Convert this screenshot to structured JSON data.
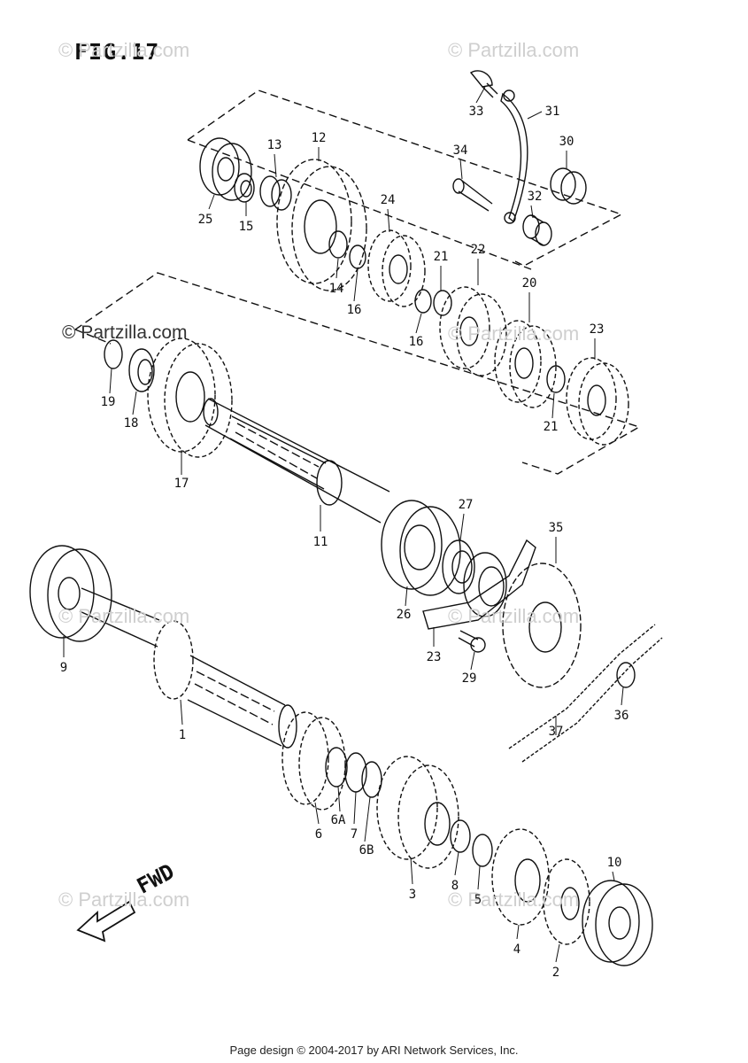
{
  "figure": {
    "title": "FIG.17"
  },
  "watermarks": {
    "site": "© Partzilla.com"
  },
  "direction": {
    "label": "FWD"
  },
  "callouts": {
    "c33": "33",
    "c31": "31",
    "c30": "30",
    "c34": "34",
    "c32": "32",
    "c13": "13",
    "c12": "12",
    "c25": "25",
    "c15": "15",
    "c24": "24",
    "c14": "14",
    "c16a": "16",
    "c21a": "21",
    "c22": "22",
    "c16b": "16",
    "c20": "20",
    "c23a": "23",
    "c19": "19",
    "c18": "18",
    "c21b": "21",
    "c17": "17",
    "c11": "11",
    "c27": "27",
    "c35": "35",
    "c26": "26",
    "c23b": "23",
    "c29": "29",
    "c9": "9",
    "c1": "1",
    "c37": "37",
    "c36": "36",
    "c6": "6",
    "c6a": "6A",
    "c7": "7",
    "c6b": "6B",
    "c3": "3",
    "c8": "8",
    "c5": "5",
    "c4": "4",
    "c2": "2",
    "c10": "10"
  },
  "footer": {
    "text": "Page design © 2004-2017 by ARI Network Services, Inc."
  }
}
